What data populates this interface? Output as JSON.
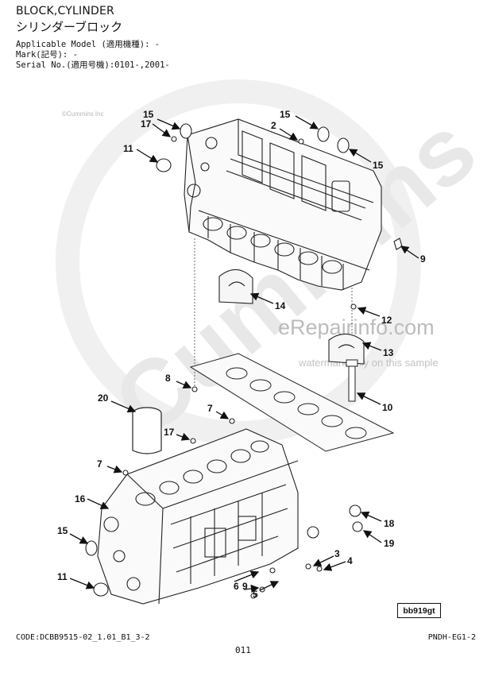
{
  "header": {
    "title_en": "BLOCK,CYLINDER",
    "title_jp": "シリンダーブロック",
    "applicable_model": "Applicable Model (適用機種): -",
    "mark": "Mark(記号): -",
    "serial": "Serial No.(適用号機):0101-,2001-"
  },
  "copyright": "©Cummins Inc",
  "watermark": {
    "logo_text": "Cummins",
    "site": "eRepairinfo.com",
    "note": "watermark only on this sample"
  },
  "callouts": [
    "15",
    "17",
    "11",
    "15",
    "2",
    "15",
    "9",
    "14",
    "12",
    "13",
    "8",
    "10",
    "20",
    "7",
    "17",
    "7",
    "16",
    "15",
    "11",
    "18",
    "19",
    "3",
    "4",
    "6",
    "9",
    "5"
  ],
  "reference_code": "bb919gt",
  "footer": {
    "code": "CODE:DCBB9515-02_1.01_B1_3-2",
    "page": "011",
    "pcode": "PNDH-EG1-2"
  }
}
